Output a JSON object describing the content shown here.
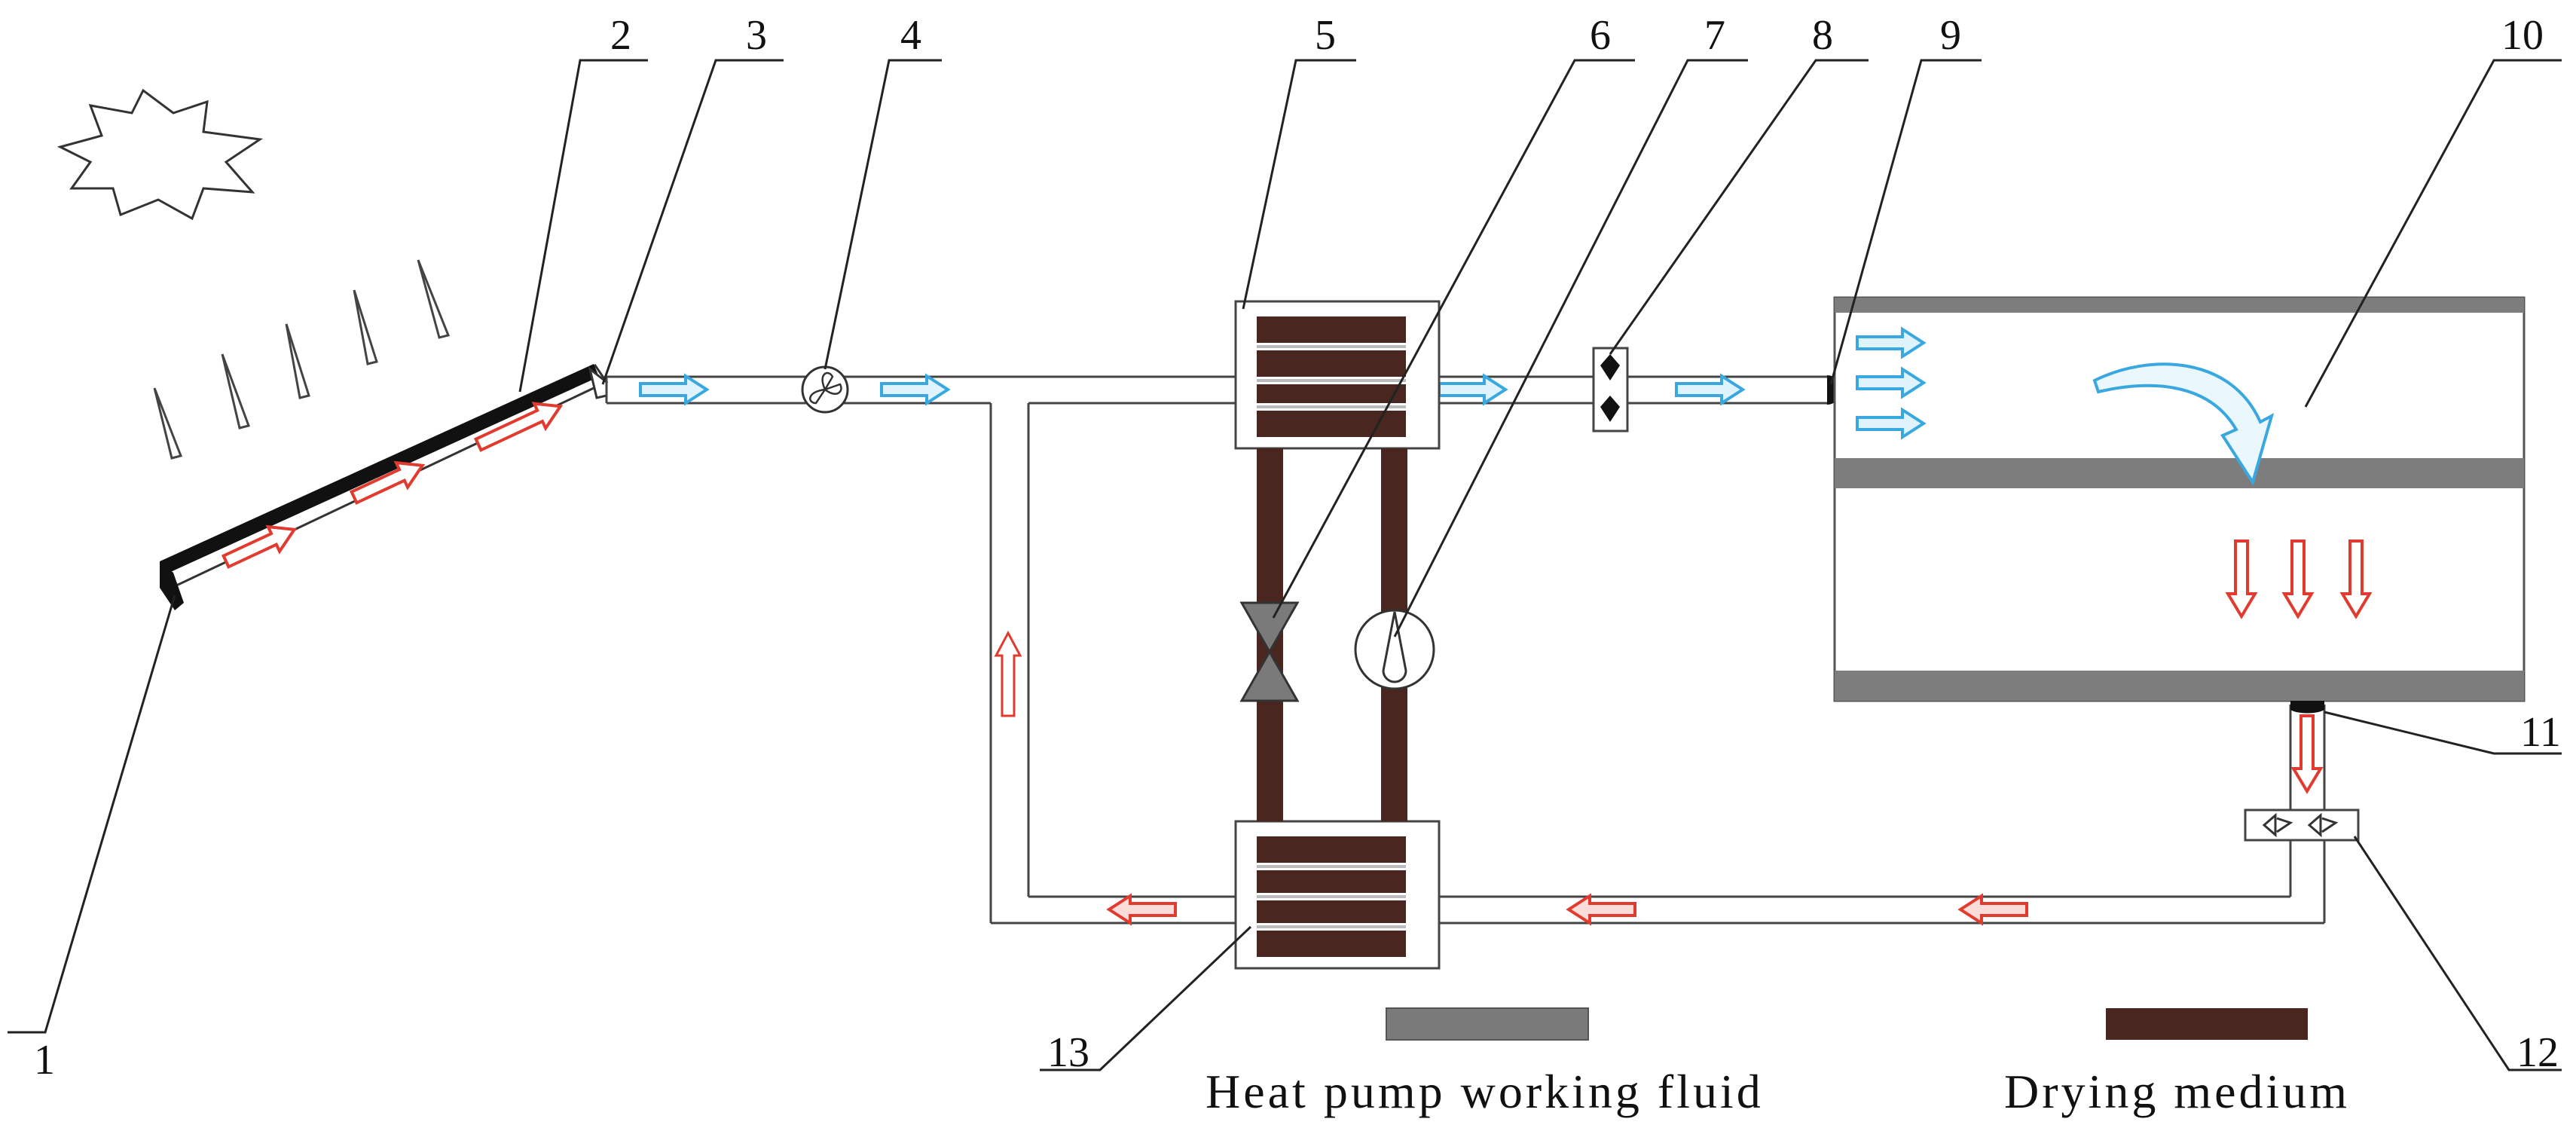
{
  "labels": [
    "1",
    "2",
    "3",
    "4",
    "5",
    "6",
    "7",
    "8",
    "9",
    "10",
    "11",
    "12",
    "13"
  ],
  "legend": {
    "heat_pump": "Heat pump working fluid",
    "drying": "Drying medium"
  },
  "colors": {
    "heat_pump": "#7a7a7a",
    "drying": "#4a2620",
    "collector": "#111111",
    "arrow_hot": "#e03b2e",
    "arrow_cold": "#3aa8e0",
    "chamber_band": "#7d7d7d"
  }
}
